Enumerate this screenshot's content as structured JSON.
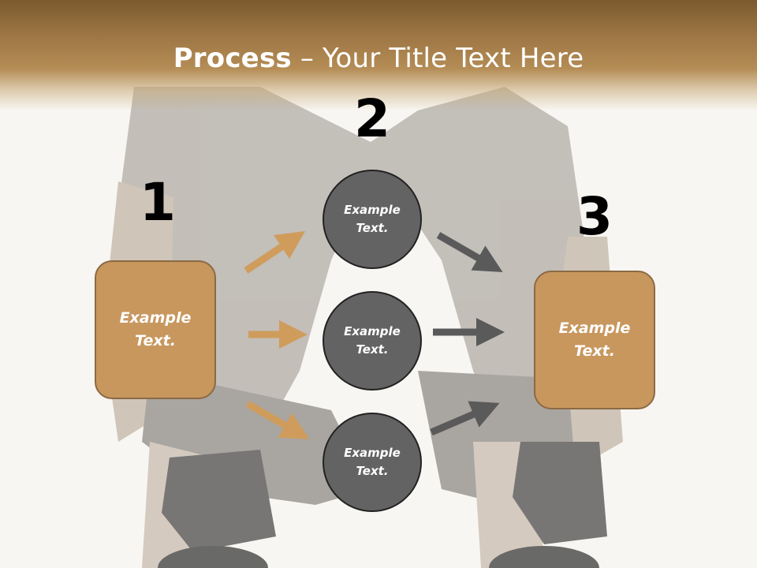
{
  "title": {
    "bold": "Process",
    "rest": " – Your Title Text Here"
  },
  "steps": [
    "1",
    "2",
    "3"
  ],
  "left_box": {
    "line1": "Example",
    "line2": "Text."
  },
  "right_box": {
    "line1": "Example",
    "line2": "Text."
  },
  "circles": [
    {
      "line1": "Example",
      "line2": "Text."
    },
    {
      "line1": "Example",
      "line2": "Text."
    },
    {
      "line1": "Example",
      "line2": "Text."
    }
  ],
  "colors": {
    "accent": "#c8975e",
    "circle": "#636363",
    "arrow_tan": "#cf9c5c",
    "arrow_gray": "#5a5a5a",
    "header": "#9b7443"
  }
}
